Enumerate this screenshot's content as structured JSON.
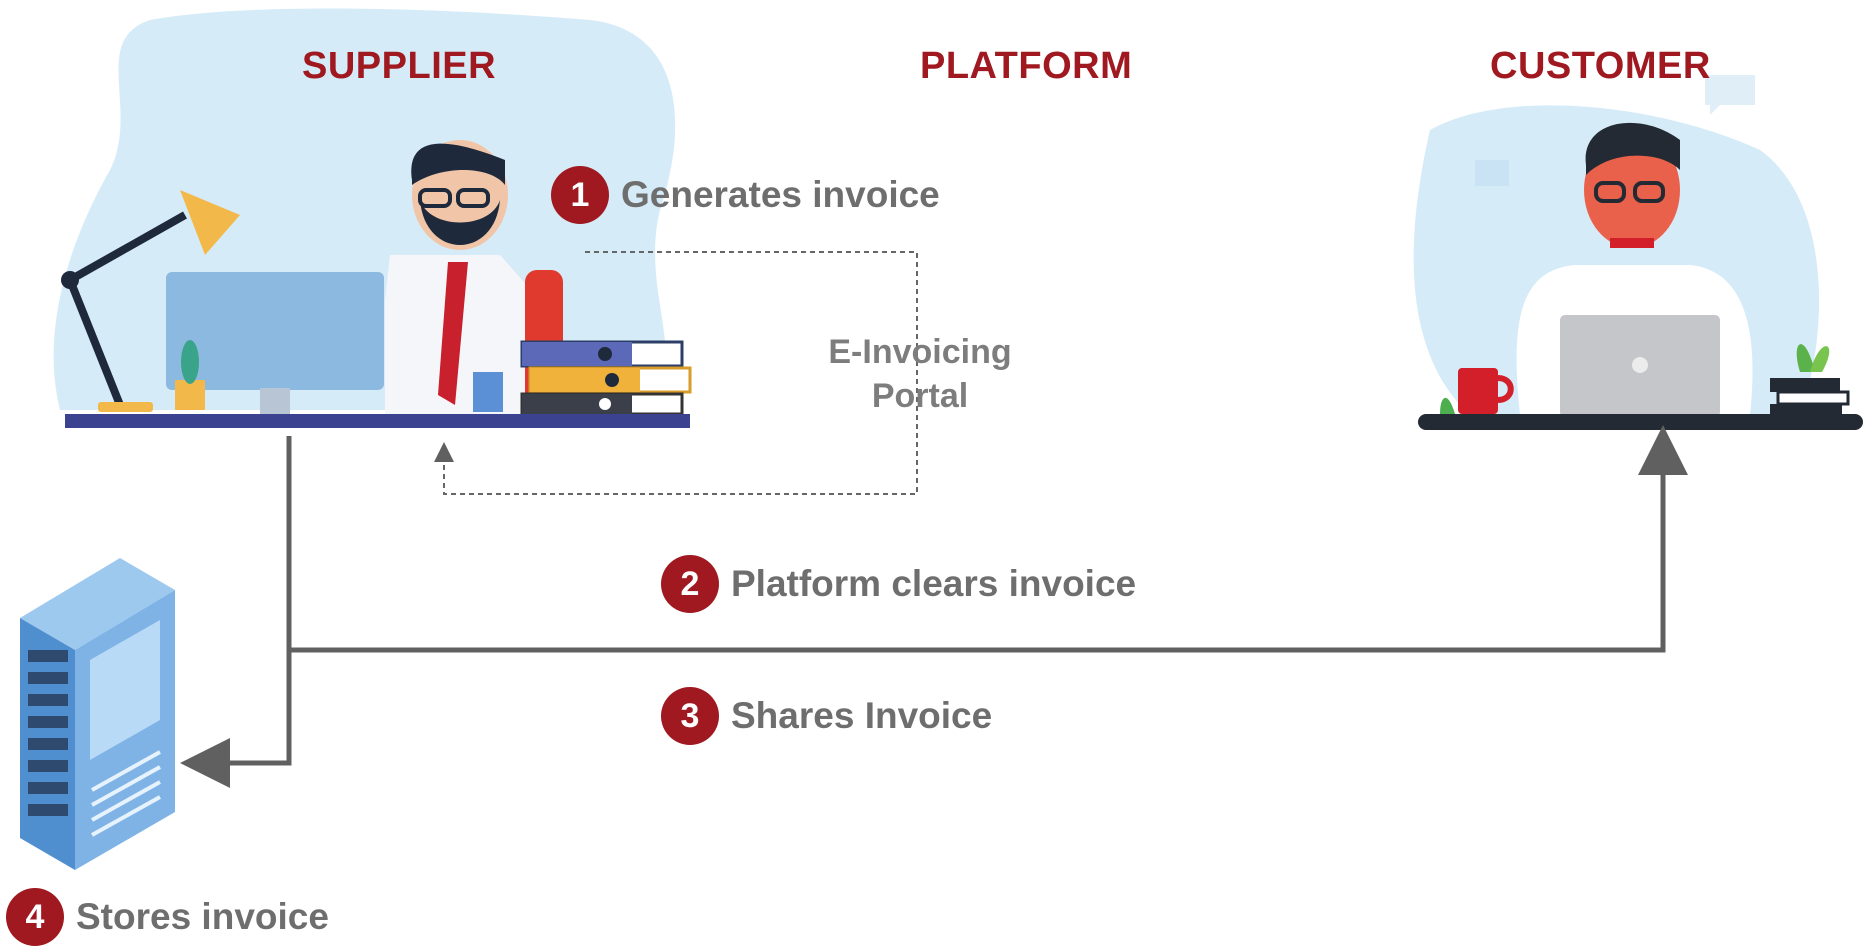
{
  "headings": {
    "supplier": "SUPPLIER",
    "platform": "PLATFORM",
    "customer": "CUSTOMER"
  },
  "portal": {
    "line1": "E-Invoicing",
    "line2": "Portal"
  },
  "steps": [
    {
      "number": "1",
      "label": "Generates invoice"
    },
    {
      "number": "2",
      "label": "Platform clears invoice"
    },
    {
      "number": "3",
      "label": "Shares Invoice"
    },
    {
      "number": "4",
      "label": "Stores invoice"
    }
  ],
  "colors": {
    "accent": "#a01920",
    "text_gray": "#6e6e6e",
    "line_gray": "#606060",
    "blob_blue": "#d6ebf8"
  }
}
